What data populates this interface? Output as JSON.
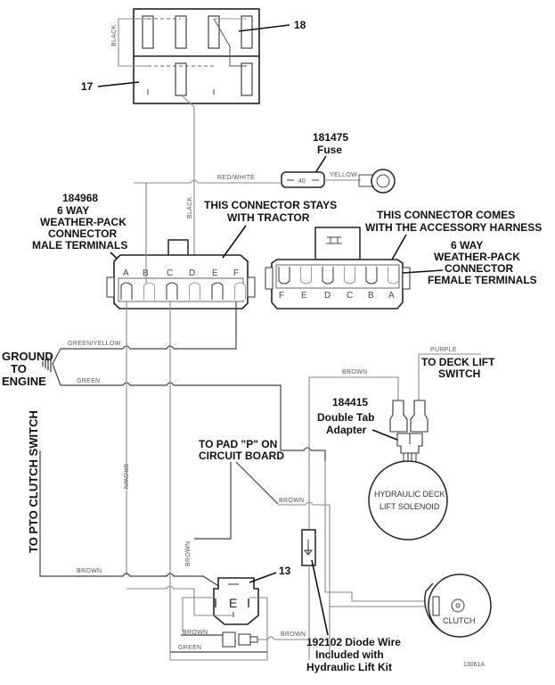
{
  "diagram": {
    "title": "Hydraulic lift accessory wiring diagram",
    "figure_id": "13061A",
    "parts": {
      "relay_17": "17",
      "relay_18": "18",
      "relay_13": "13",
      "fuse": {
        "part_number": "181475",
        "name": "Fuse",
        "rating": "40"
      },
      "male_connector": {
        "part_number": "184968",
        "line1": "6 WAY",
        "line2": "WEATHER-PACK",
        "line3": "CONNECTOR",
        "line4": "MALE TERMINALS",
        "pins": [
          "A",
          "B",
          "C",
          "D",
          "E",
          "F"
        ]
      },
      "female_connector": {
        "line1": "6 WAY",
        "line2": "WEATHER-PACK",
        "line3": "CONNECTOR",
        "line4": "FEMALE TERMINALS",
        "pins": [
          "F",
          "E",
          "D",
          "C",
          "B",
          "A"
        ]
      },
      "adapter": {
        "part_number": "184415",
        "line1": "Double Tab",
        "line2": "Adapter"
      },
      "diode": {
        "line1": "192102 Diode Wire",
        "line2": "Included with",
        "line3": "Hydraulic Lift Kit"
      },
      "solenoid": {
        "line1": "HYDRAULIC DECK",
        "line2": "LIFT SOLENOID"
      },
      "clutch": "CLUTCH"
    },
    "callouts": {
      "stays_line1": "THIS CONNECTOR STAYS",
      "stays_line2": "WITH TRACTOR",
      "comes_line1": "THIS CONNECTOR COMES",
      "comes_line2": "WITH THE ACCESSORY HARNESS",
      "ground_line1": "GROUND",
      "ground_line2": "TO",
      "ground_line3": "ENGINE",
      "deck_line1": "TO DECK LIFT",
      "deck_line2": "SWITCH",
      "pad_line1": "TO PAD \"P\" ON",
      "pad_line2": "CIRCUIT BOARD",
      "pto": "TO PTO CLUTCH SWITCH"
    },
    "wire_colors": {
      "black": "BLACK",
      "red_white": "RED/WHITE",
      "yellow": "YELLOW",
      "green_yellow": "GREEN/YELLOW",
      "green": "GREEN",
      "brown": "BROWN",
      "purple": "PURPLE"
    }
  }
}
